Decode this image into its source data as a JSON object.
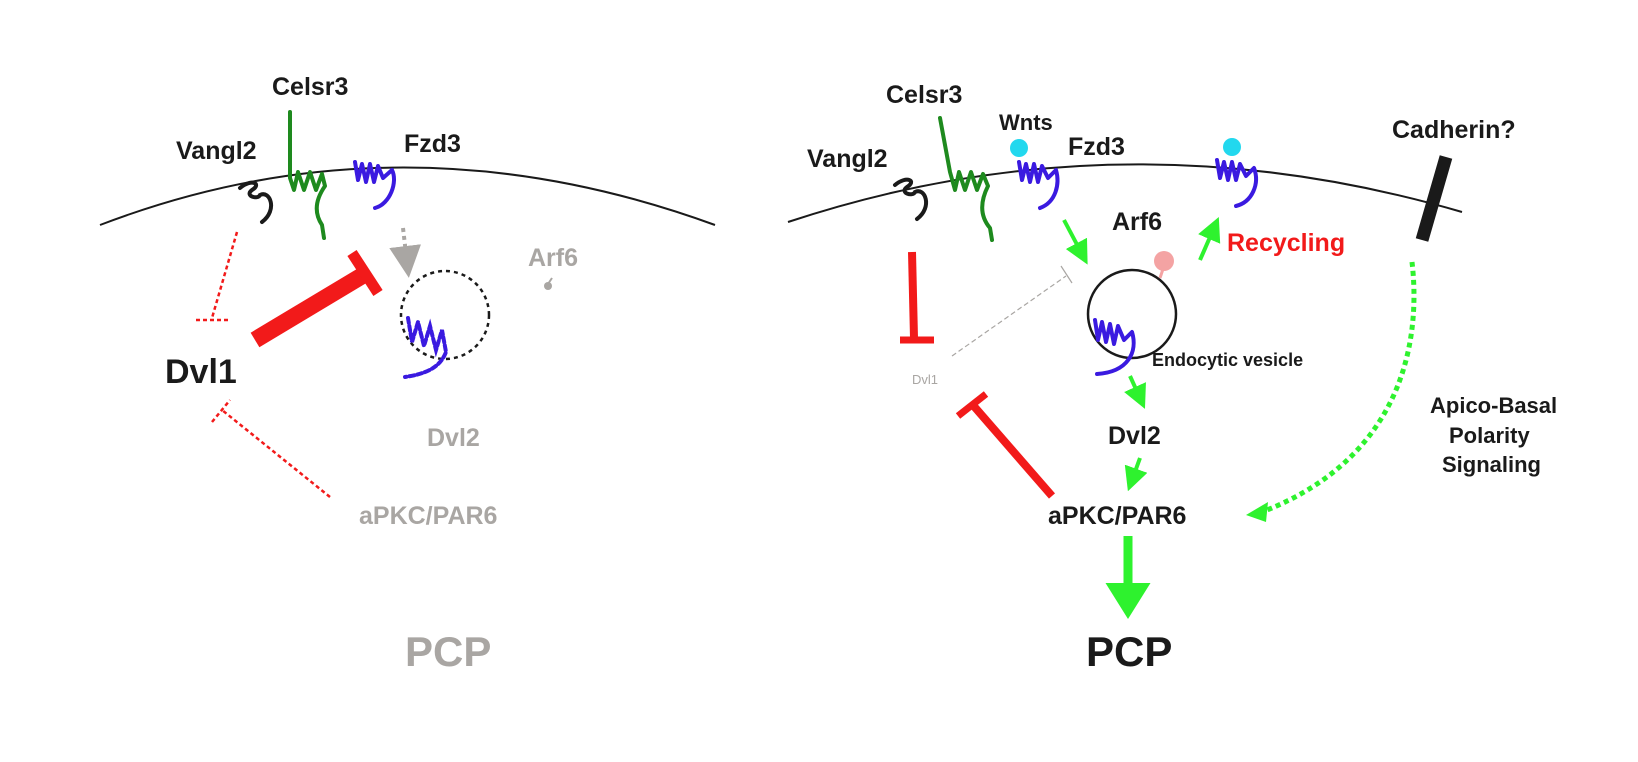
{
  "left_panel": {
    "vangl2": "Vangl2",
    "celsr3": "Celsr3",
    "fzd3": "Fzd3",
    "arf6": "Arf6",
    "dvl1": "Dvl1",
    "dvl2": "Dvl2",
    "apkc_par6": "aPKC/PAR6",
    "pcp": "PCP"
  },
  "right_panel": {
    "celsr3": "Celsr3",
    "wnts": "Wnts",
    "fzd3": "Fzd3",
    "vangl2": "Vangl2",
    "cadherin": "Cadherin?",
    "arf6": "Arf6",
    "recycling": "Recycling",
    "endocytic_vesicle": "Endocytic vesicle",
    "dvl1": "Dvl1",
    "dvl2": "Dvl2",
    "apkc_par6": "aPKC/PAR6",
    "pcp": "PCP",
    "apico_basal_line1": "Apico-Basal",
    "apico_basal_line2": "Polarity",
    "apico_basal_line3": "Signaling"
  },
  "colors": {
    "black": "#1a1a1a",
    "grey": "#a9a6a3",
    "green_celsr3": "#1e8a1e",
    "purple_fzd3": "#3a1ae0",
    "red_inhibit": "#f21a1a",
    "bright_green": "#2ef22e",
    "cyan_wnt": "#22d8ee",
    "pink_arf6": "#f4a3a3"
  }
}
